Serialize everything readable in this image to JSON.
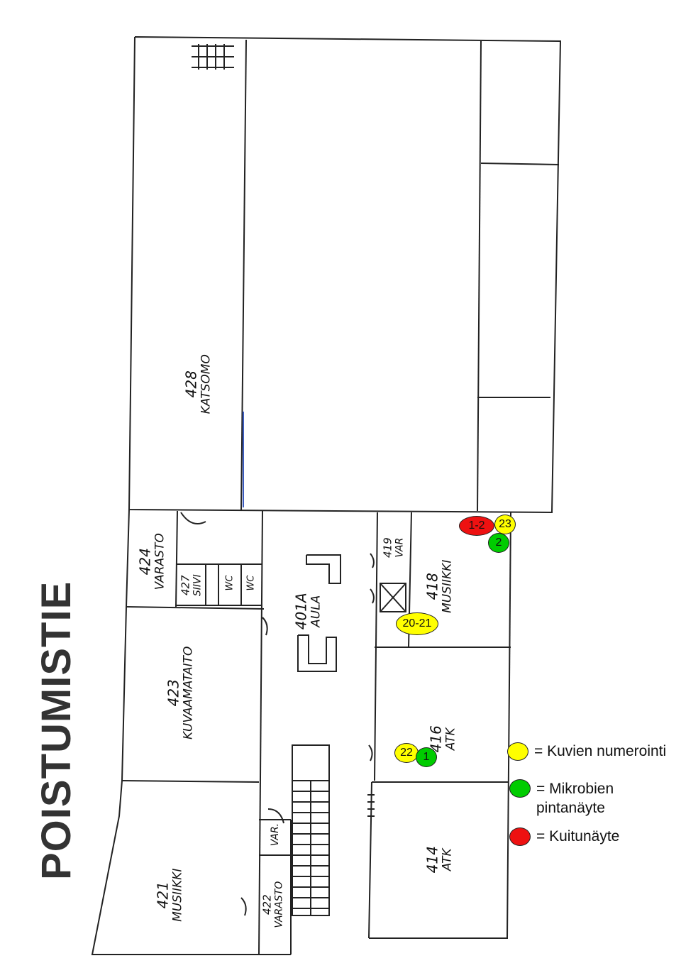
{
  "exit_title": "POISTUMISTIE",
  "rooms": {
    "r428": {
      "number": "428",
      "name": "KATSOMO"
    },
    "r424": {
      "number": "424",
      "name": "VARASTO"
    },
    "r427": {
      "number": "427",
      "name": "SIIVI"
    },
    "r423": {
      "number": "423",
      "name": "KUVAAMATAITO"
    },
    "r421": {
      "number": "421",
      "name": "MUSIIKKI"
    },
    "r422": {
      "number": "422",
      "name": "VARASTO"
    },
    "var_small": {
      "name": "VAR."
    },
    "wc1": {
      "name": "WC"
    },
    "wc2": {
      "name": "WC"
    },
    "r401a": {
      "number": "401A",
      "name": "AULA"
    },
    "r419": {
      "number": "419",
      "name": "VAR"
    },
    "r418": {
      "number": "418",
      "name": "MUSIIKKI"
    },
    "r416": {
      "number": "416",
      "name": "ATK"
    },
    "r414": {
      "number": "414",
      "name": "ATK"
    }
  },
  "markers": {
    "m1_2": "1-2",
    "m23": "23",
    "m2": "2",
    "m20_21": "20-21",
    "m22": "22",
    "m1": "1"
  },
  "legend": {
    "yellow": {
      "color": "#ffff00",
      "label": "= Kuvien numerointi"
    },
    "green": {
      "color": "#00cc00",
      "label": "= Mikrobien pintanäyte"
    },
    "red": {
      "color": "#ee1111",
      "label": "= Kuitunäyte"
    }
  }
}
